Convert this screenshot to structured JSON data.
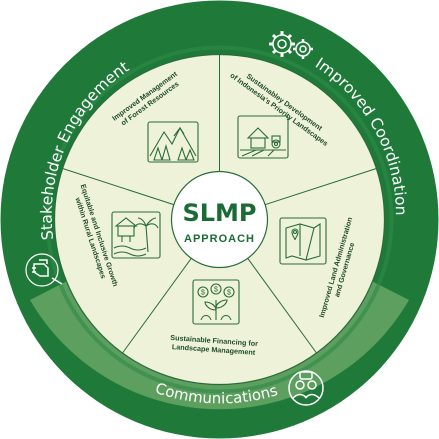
{
  "core": {
    "title": "SLMP",
    "subtitle": "APPROACH"
  },
  "ring": {
    "left": "Stakeholder Engagement",
    "right": "Improved Coordination",
    "bottom": "Communications"
  },
  "segments": [
    {
      "line1": "Improved Management",
      "line2": "of Forest Resources",
      "icon": "forest-mountain-icon"
    },
    {
      "line1": "Sustainabley Development",
      "line2": "of Indonesia's Priority Landscapes",
      "icon": "farm-landscape-icon"
    },
    {
      "line1": "Improved Land Administration",
      "line2": "and Governance",
      "icon": "land-map-icon"
    },
    {
      "line1": "Sustainable Financing for",
      "line2": "Landscape Management",
      "icon": "money-plant-icon"
    },
    {
      "line1": "Equitable and Inclusive Growth",
      "line2": "within Rural Landscapes",
      "icon": "coastal-village-icon"
    }
  ],
  "colors": {
    "dark_green": "#1f7a3a",
    "mid_green": "#2d8b4a",
    "light_ring": "#6fae6f",
    "cream": "#eef2d8",
    "line_green": "#2a6b3a"
  },
  "ring_icons": [
    "gears-icon",
    "handshake-hand-icon",
    "people-speech-icon"
  ]
}
